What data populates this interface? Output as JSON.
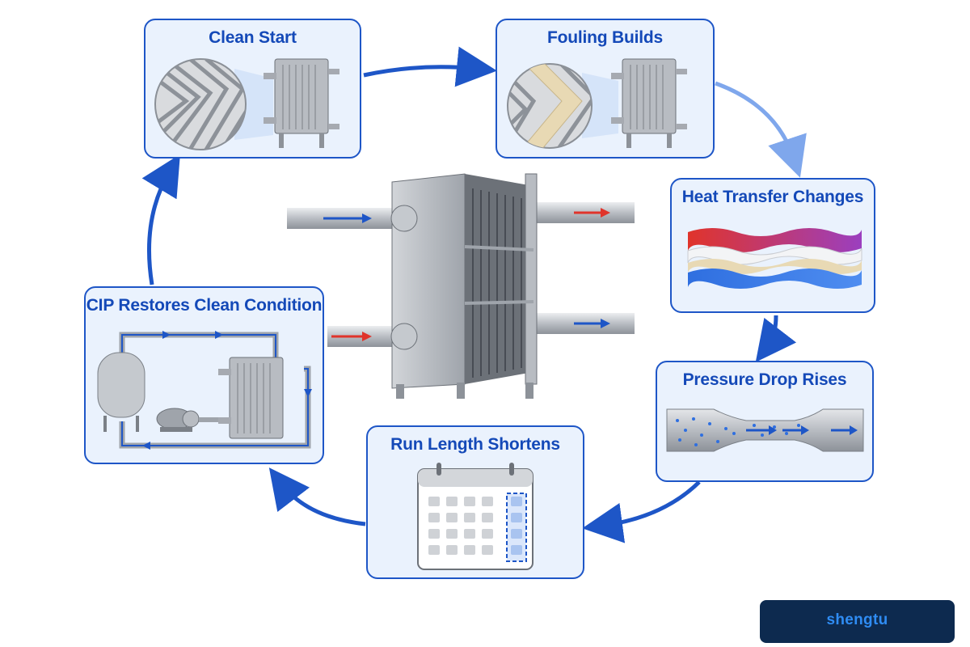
{
  "diagram": {
    "stages": [
      {
        "label": "Clean Start"
      },
      {
        "label": "Fouling Builds"
      },
      {
        "label": "Heat Transfer Changes"
      },
      {
        "label": "Pressure Drop Rises"
      },
      {
        "label": "Run Length Shortens"
      },
      {
        "label": "CIP Restores Clean Condition"
      }
    ],
    "colors": {
      "accent": "#1e56c7",
      "title": "#1449b8",
      "card_bg": "#eaf2fd",
      "arrow_light": "#7fa7ec",
      "hot": "#e0342b",
      "cold": "#1e56c7",
      "fouling": "#e8d9b4",
      "steel": "#b8bcc2"
    }
  },
  "brand": {
    "logo_text": "shengtu"
  }
}
